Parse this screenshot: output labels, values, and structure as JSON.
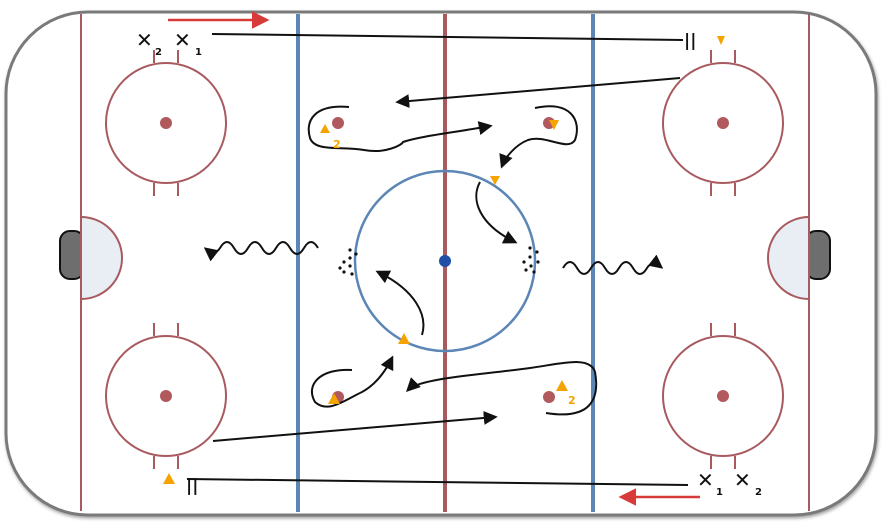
{
  "colors": {
    "board": "#7a7a7a",
    "ice": "#ffffff",
    "red_line": "#a85a5f",
    "blue_line": "#5b86b5",
    "center_dot": "#1f4fa6",
    "faceoff_dot": "#b15a5e",
    "crease": "#e8eef4",
    "player": "#f5a300",
    "path": "#111111",
    "pass_arrow": "#d83a3a",
    "net": "#6e6e6e"
  },
  "players": {
    "top_left_x2": {
      "symbol": "✕",
      "number": "2"
    },
    "top_left_x1": {
      "symbol": "✕",
      "number": "1"
    },
    "bottom_right_x1": {
      "symbol": "✕",
      "number": "1"
    },
    "bottom_right_x2": {
      "symbol": "✕",
      "number": "2"
    },
    "attacker_top_left_num": "2",
    "attacker_bottom_right_num": "2"
  },
  "pylons": {
    "top_right": "||",
    "bottom_left": "||"
  }
}
